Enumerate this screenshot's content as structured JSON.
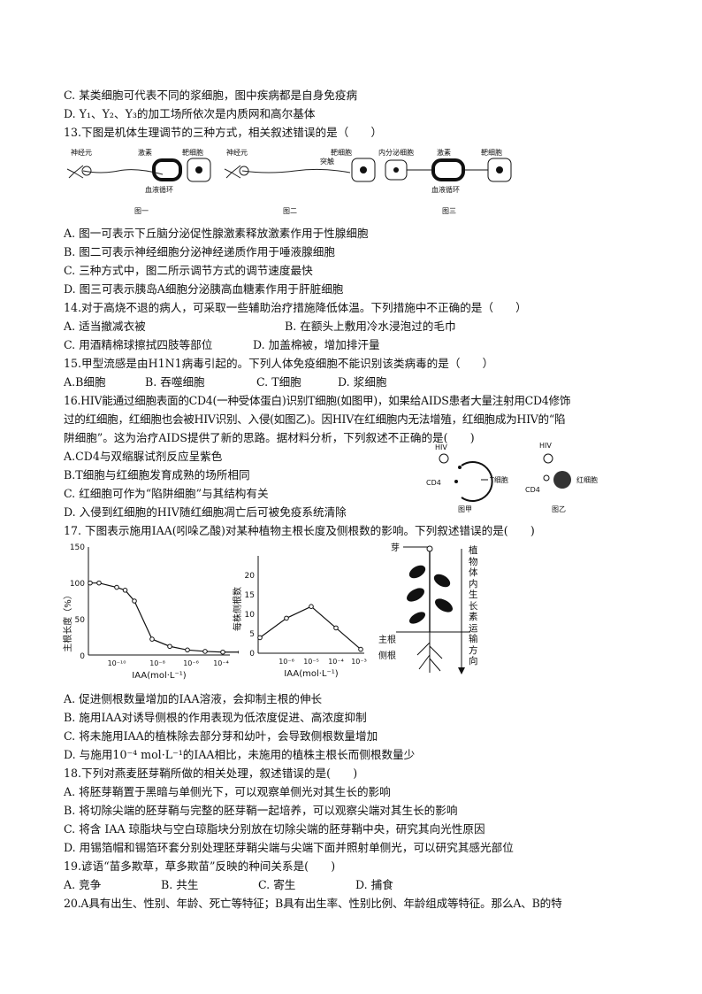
{
  "q12": {
    "optC": "C. 某类细胞可代表不同的浆细胞，图中疾病都是自身免疫病",
    "optD": "D. Y₁、Y₂、Y₃的加工场所依次是内质网和高尔基体"
  },
  "q13": {
    "stem": "13.下图是机体生理调节的三种方式，相关叙述错误的是（　　）",
    "fig": {
      "neuron": "神经元",
      "hormone": "激素",
      "target": "靶细胞",
      "blood": "血液循环",
      "synapse": "突触",
      "endocrine": "内分泌细胞",
      "cap1": "图一",
      "cap2": "图二",
      "cap3": "图三"
    },
    "optA": "A. 图一可表示下丘脑分泌促性腺激素释放激素作用于性腺细胞",
    "optB": "B. 图二可表示神经细胞分泌神经递质作用于唾液腺细胞",
    "optC": "C. 三种方式中，图二所示调节方式的调节速度最快",
    "optD": "D. 图三可表示胰岛A细胞分泌胰高血糖素作用于肝脏细胞"
  },
  "q14": {
    "stem": "14.对于高烧不退的病人，可采取一些辅助治疗措施降低体温。下列措施中不正确的是（　　）",
    "optA": "A. 适当撤减衣被",
    "optB": "B. 在额头上敷用冷水浸泡过的毛巾",
    "optC": "C. 用酒精棉球擦拭四肢等部位",
    "optD": "D. 加盖棉被，增加排汗量"
  },
  "q15": {
    "stem": "15.甲型流感是由H1N1病毒引起的。下列人体免疫细胞不能识别该类病毒的是（　　）",
    "optA": "A.B细胞",
    "optB": "B. 吞噬细胞",
    "optC": "C. T细胞",
    "optD": "D. 浆细胞"
  },
  "q16": {
    "stem1": "16.HIV能通过细胞表面的CD4(一种受体蛋白)识别T细胞(如图甲)，如果给AIDS患者大量注射用CD4修饰",
    "stem2": "过的红细胞，红细胞也会被HIV识别、入侵(如图乙)。因HIV在红细胞内无法增殖，红细胞成为HIV的“陷",
    "stem3": "阱细胞”。这为治疗AIDS提供了新的思路。据材料分析，下列叙述不正确的是(　　)",
    "fig": {
      "hiv": "HIV",
      "cd4": "CD4",
      "tcell": "T细胞",
      "rbc": "红细胞",
      "capA": "图甲",
      "capB": "图乙"
    },
    "optA": "A.CD4与双缩脲试剂反应呈紫色",
    "optB": "B.T细胞与红细胞发育成熟的场所相同",
    "optC": "C. 红细胞可作为“陷阱细胞”与其结构有关",
    "optD": "D. 入侵到红细胞的HIV随红细胞凋亡后可被免疫系统清除"
  },
  "q17": {
    "stem": "17. 下图表示施用IAA(吲哚乙酸)对某种植物主根长度及侧根数的影响。下列叙述错误的是(　　)",
    "optA": "A. 促进侧根数量增加的IAA溶液，会抑制主根的伸长",
    "optB": "B. 施用IAA对诱导侧根的作用表现为低浓度促进、高浓度抑制",
    "optC": "C. 将未施用IAA的植株除去部分芽和幼叶，会导致侧根数量增加",
    "optD": "D. 与施用10⁻⁴ mol·L⁻¹的IAA相比，未施用的植株主根长而侧根数量少",
    "plant": {
      "bud": "芽",
      "mainroot": "主根",
      "lateral": "侧根",
      "arrow": "植物体内生长素运输方向"
    }
  },
  "q18": {
    "stem": "18.下列对燕麦胚芽鞘所做的相关处理，叙述错误的是(　　)",
    "optA": "A. 将胚芽鞘置于黑暗与单侧光下，可以观察单侧光对其生长的影响",
    "optB": "B. 将切除尖端的胚芽鞘与完整的胚芽鞘一起培养，可以观察尖端对其生长的影响",
    "optC": "C. 将含 IAA 琼脂块与空白琼脂块分别放在切除尖端的胚芽鞘中央，研究其向光性原因",
    "optD": "D. 用锡箔帽和锡箔环套分别处理胚芽鞘尖端与尖端下面并照射单侧光，可以研究其感光部位"
  },
  "q19": {
    "stem": "19.谚语“苗多欺草，草多欺苗”反映的种间关系是(　　)",
    "optA": "A. 竞争",
    "optB": "B. 共生",
    "optC": "C. 寄生",
    "optD": "D. 捕食"
  },
  "q20": {
    "stem": "20.A具有出生、性别、年龄、死亡等特征；B具有出生率、性别比例、年龄组成等特征。那么A、B的特"
  },
  "chart_data": [
    {
      "type": "line",
      "ylabel": "主根长度（%）",
      "xlabel": "IAA(mol·L⁻¹)",
      "x_ticks": [
        "10⁻¹⁰",
        "10⁻⁸",
        "10⁻⁶",
        "10⁻⁴"
      ],
      "y_ticks": [
        "0",
        "50",
        "100",
        "150"
      ],
      "x_scale": "log",
      "ylim": [
        0,
        150
      ],
      "x": [
        0,
        1e-11,
        1e-10,
        3e-10,
        1e-09,
        1e-08,
        1e-07,
        1e-06,
        1e-05,
        0.0001,
        0.001
      ],
      "values": [
        100,
        100,
        94,
        90,
        75,
        22,
        12,
        7,
        5,
        4,
        4
      ]
    },
    {
      "type": "line",
      "ylabel": "每株侧根数",
      "xlabel": "IAA(mol·L⁻¹)",
      "x_ticks": [
        "10⁻⁶",
        "10⁻⁵",
        "10⁻⁴",
        "10⁻³"
      ],
      "y_ticks": [
        "0",
        "5",
        "10",
        "15",
        "20"
      ],
      "x_scale": "log",
      "ylim": [
        0,
        25
      ],
      "x": [
        0,
        1e-06,
        1e-05,
        0.0001,
        0.001
      ],
      "values": [
        4,
        9,
        12,
        6.5,
        1
      ]
    }
  ]
}
